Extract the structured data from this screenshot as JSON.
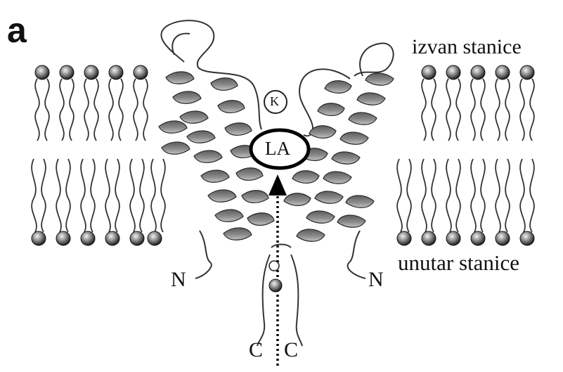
{
  "figure": {
    "panel_label": "a",
    "region_labels": {
      "outside": "izvan stanice",
      "inside": "unutar stanice"
    },
    "terminus_labels": {
      "n_left": "N",
      "n_right": "N",
      "c_left": "C",
      "c_right": "C"
    },
    "markers": {
      "binding_site": "LA",
      "ion": "K"
    }
  }
}
